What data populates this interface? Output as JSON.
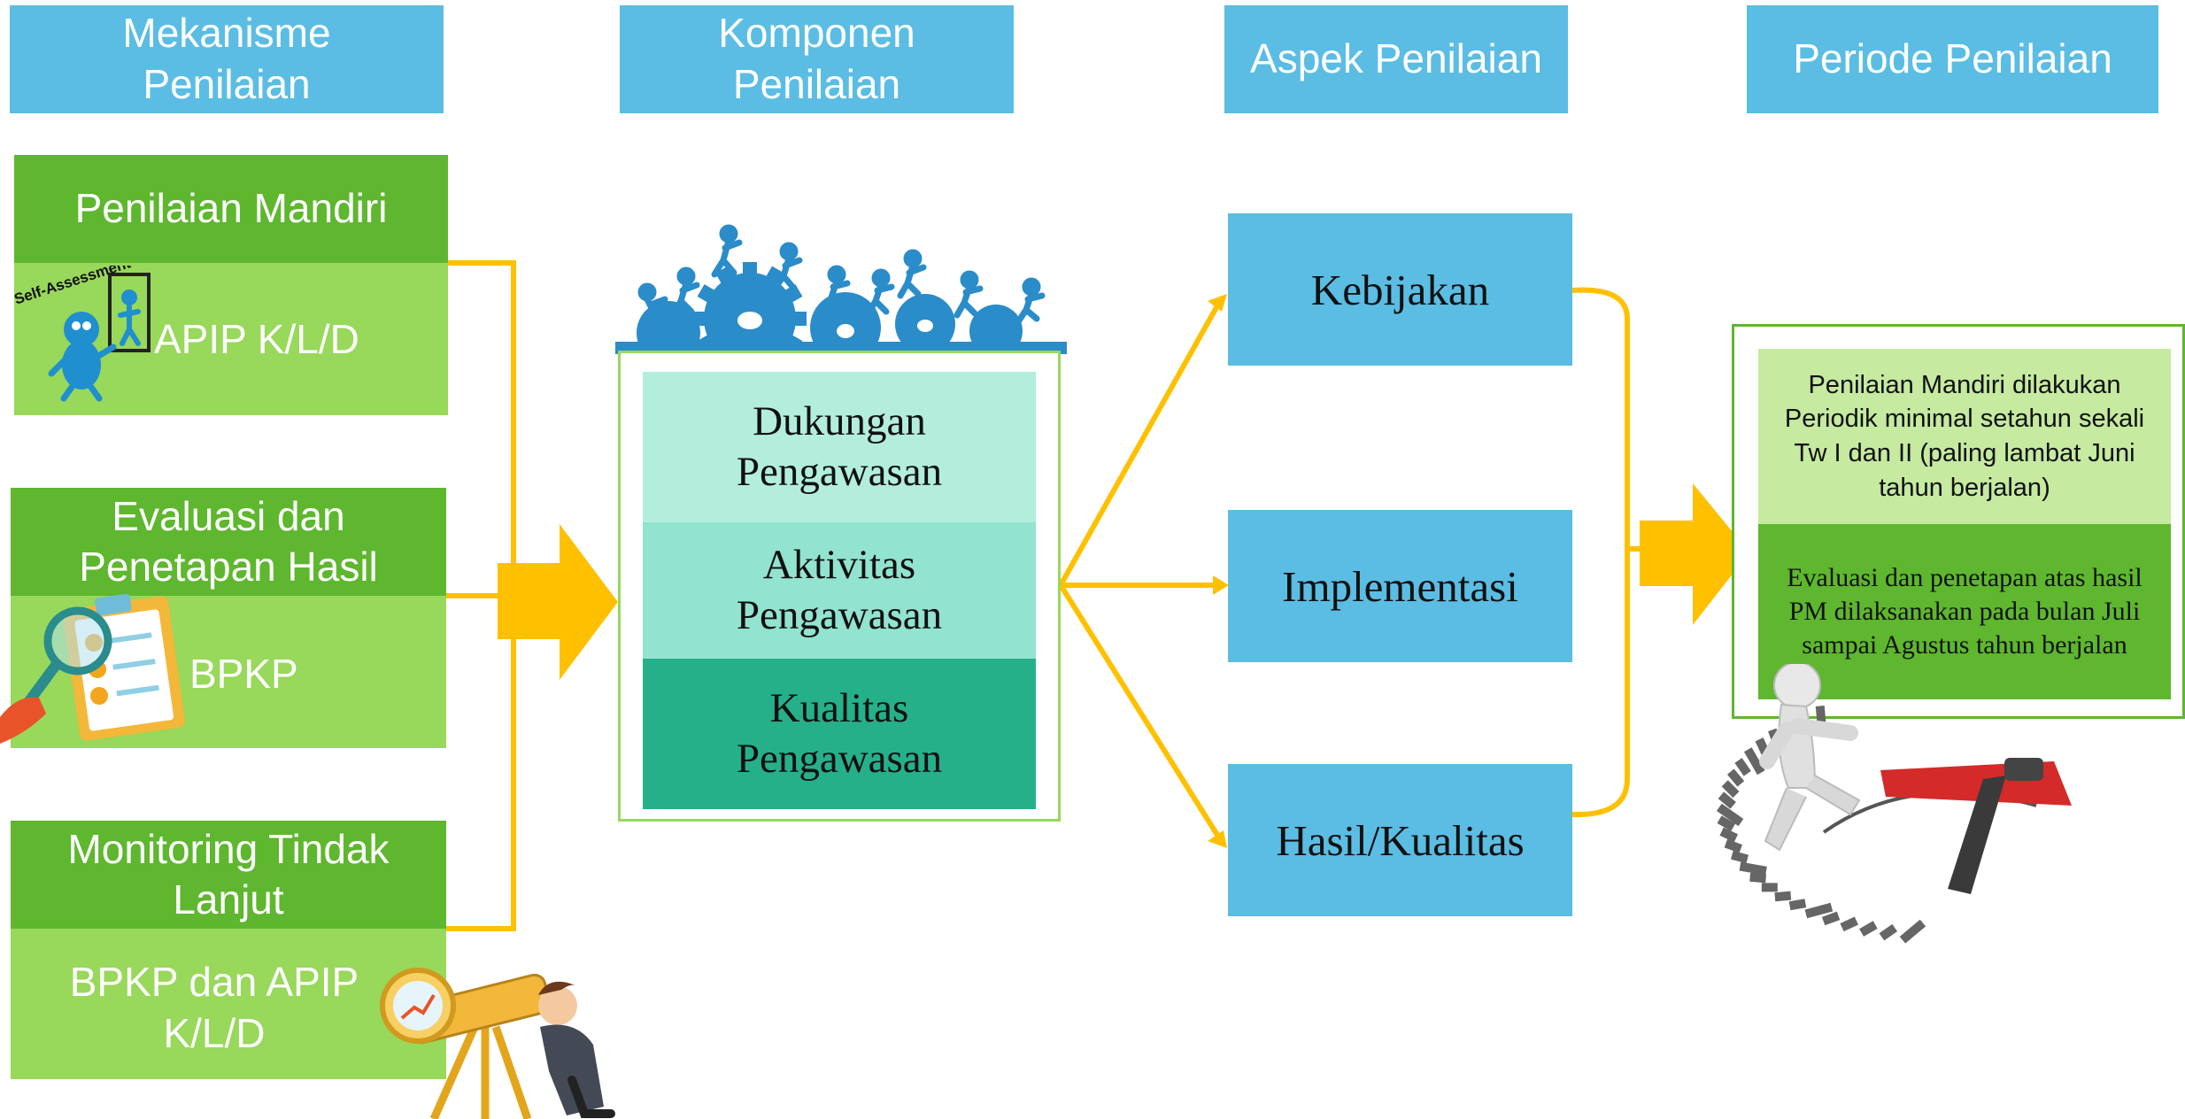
{
  "headers": {
    "mekanisme": "Mekanisme Penilaian",
    "komponen": "Komponen Penilaian",
    "aspek": "Aspek Penilaian",
    "periode": "Periode Penilaian"
  },
  "mekanisme": [
    {
      "title": "Penilaian Mandiri",
      "actor": "APIP K/L/D"
    },
    {
      "title": "Evaluasi dan Penetapan Hasil",
      "actor": "BPKP"
    },
    {
      "title": "Monitoring Tindak Lanjut",
      "actor": "BPKP dan APIP K/L/D"
    }
  ],
  "self_assessment_label": "Self-Assessment",
  "komponen": [
    "Dukungan Pengawasan",
    "Aktivitas Pengawasan",
    "Kualitas Pengawasan"
  ],
  "aspek": [
    "Kebijakan",
    "Implementasi",
    "Hasil/Kualitas"
  ],
  "periode": {
    "top": "Penilaian Mandiri dilakukan Periodik minimal setahun sekali Tw I dan II (paling lambat Juni tahun berjalan)",
    "bottom": "Evaluasi dan penetapan atas hasil PM dilaksanakan pada bulan Juli sampai Agustus tahun berjalan"
  },
  "colors": {
    "header_blue": "#5bbde3",
    "green_dark": "#5eb72e",
    "green_light": "#98d85a",
    "connector_orange": "#ffc000",
    "teal_1": "#b3eedd",
    "teal_2": "#92e3cf",
    "teal_3": "#26b08a",
    "gear_blue": "#2a8cc9"
  }
}
